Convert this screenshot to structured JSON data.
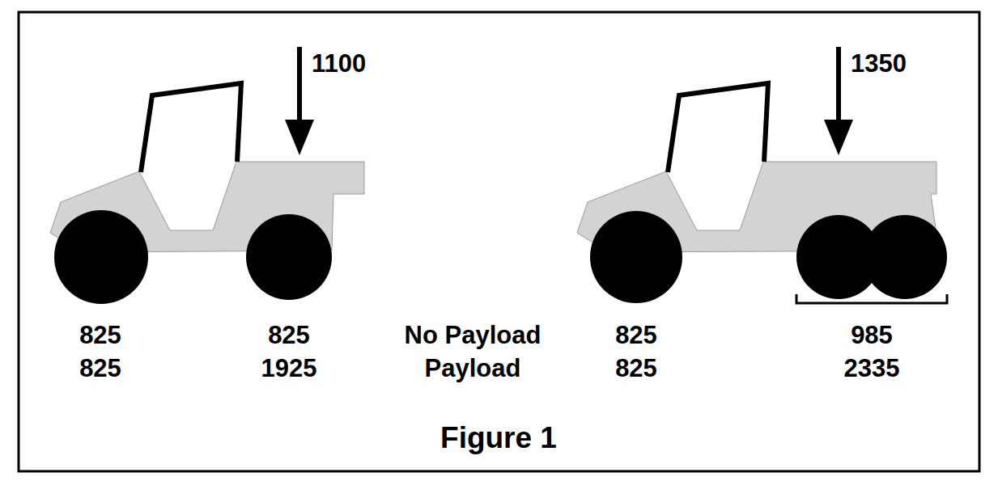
{
  "diagram": {
    "caption": "Figure 1",
    "labels": [
      "1100",
      "1350",
      "825",
      "825",
      "No Payload",
      "825",
      "985",
      "825",
      "1925",
      "Payload",
      "825",
      "2335"
    ]
  }
}
